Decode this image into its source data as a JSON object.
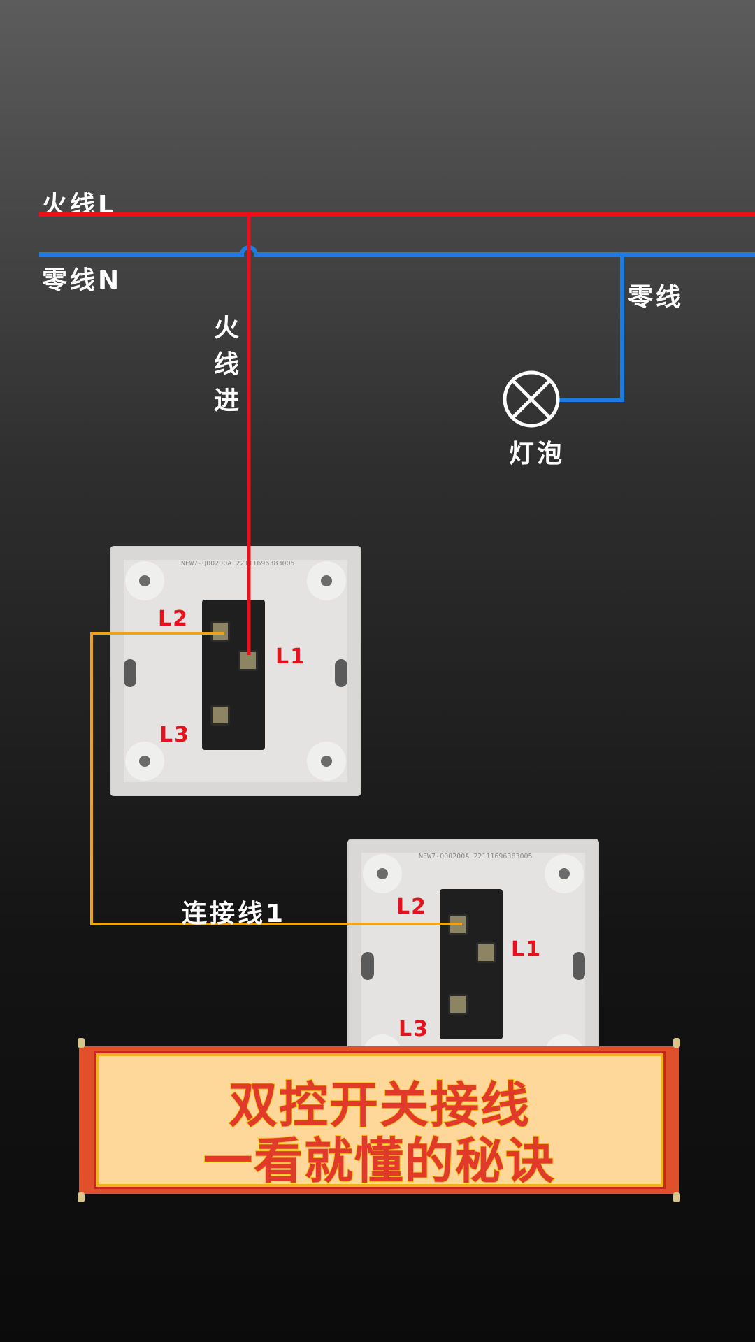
{
  "labels": {
    "live_line": "火线L",
    "neutral_line": "零线N",
    "live_in": [
      "火",
      "线",
      "进"
    ],
    "neutral_branch": "零线",
    "bulb": "灯泡",
    "link_wire": "连接线1"
  },
  "switch_1": {
    "model_code": "NEW7-Q00200A 22111696383005",
    "terminals": {
      "l1": "L1",
      "l2": "L2",
      "l3": "L3"
    }
  },
  "switch_2": {
    "model_code": "NEW7-Q00200A 22111696383005",
    "terminals": {
      "l1": "L1",
      "l2": "L2",
      "l3": "L3"
    }
  },
  "banner": {
    "line1": "双控开关接线",
    "line2": "一看就懂的秘诀"
  },
  "colors": {
    "live": "#e8101a",
    "neutral": "#1e7be0",
    "link": "#f2a21a",
    "banner_text": "#e23a2a",
    "banner_bg": "#fdd89a"
  },
  "icons": {
    "bulb": "lamp-symbol-circle-x"
  }
}
